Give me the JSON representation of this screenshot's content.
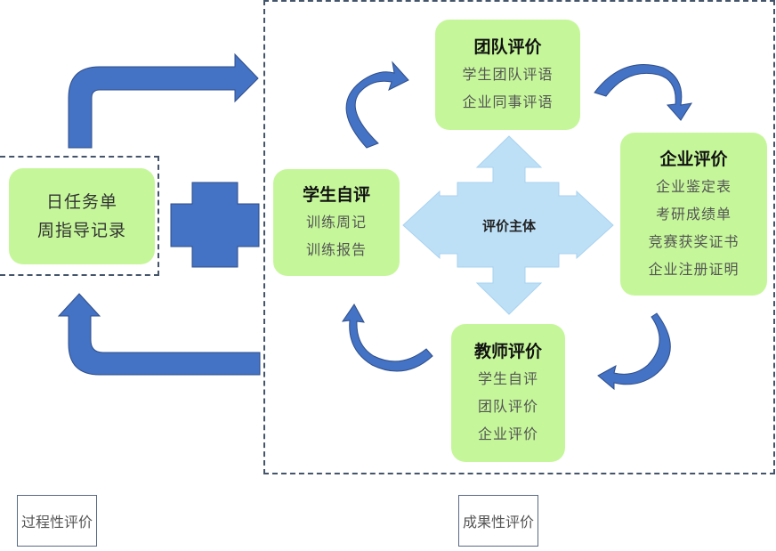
{
  "colors": {
    "arrow_blue": "#4472c4",
    "arrow_outline": "#2f4f8a",
    "center_arrow": "#bde0f7",
    "box_green": "#c5f79a",
    "frame_dash": "#44546a"
  },
  "process": {
    "lines": [
      "日任务单",
      "周指导记录"
    ]
  },
  "center": {
    "label": "评价主体"
  },
  "nodes": {
    "team": {
      "title": "团队评价",
      "items": [
        "学生团队评语",
        "企业同事评语"
      ]
    },
    "enterprise": {
      "title": "企业评价",
      "items": [
        "企业鉴定表",
        "考研成绩单",
        "竞赛获奖证书",
        "企业注册证明"
      ]
    },
    "teacher": {
      "title": "教师评价",
      "items": [
        "学生自评",
        "团队评价",
        "企业评价"
      ]
    },
    "self": {
      "title": "学生自评",
      "items": [
        "训练周记",
        "训练报告"
      ]
    }
  },
  "labels": {
    "process_eval": "过程性评价",
    "result_eval": "成果性评价"
  },
  "icons": {
    "plus": "plus-icon",
    "bent_arrow_top": "bent-arrow-right-icon",
    "bent_arrow_bottom": "bent-arrow-up-icon",
    "center_cross_arrow": "four-way-arrow-icon",
    "cycle_arrows": [
      "curved-arrow-icon",
      "curved-arrow-icon",
      "curved-arrow-icon",
      "curved-arrow-icon"
    ]
  }
}
